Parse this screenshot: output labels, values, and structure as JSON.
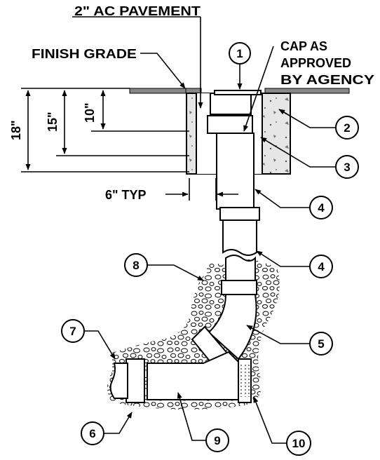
{
  "labels": {
    "ac_pavement": "2\" AC PAVEMENT",
    "finish_grade": "FINISH GRADE",
    "cap_line1": "CAP AS",
    "cap_line2": "APPROVED",
    "cap_line3": "BY AGENCY",
    "dim_18": "18\"",
    "dim_15": "15\"",
    "dim_10": "10\"",
    "typ_6": "6\" TYP"
  },
  "callouts": [
    "1",
    "2",
    "3",
    "4",
    "4",
    "5",
    "6",
    "7",
    "8",
    "9",
    "10"
  ]
}
